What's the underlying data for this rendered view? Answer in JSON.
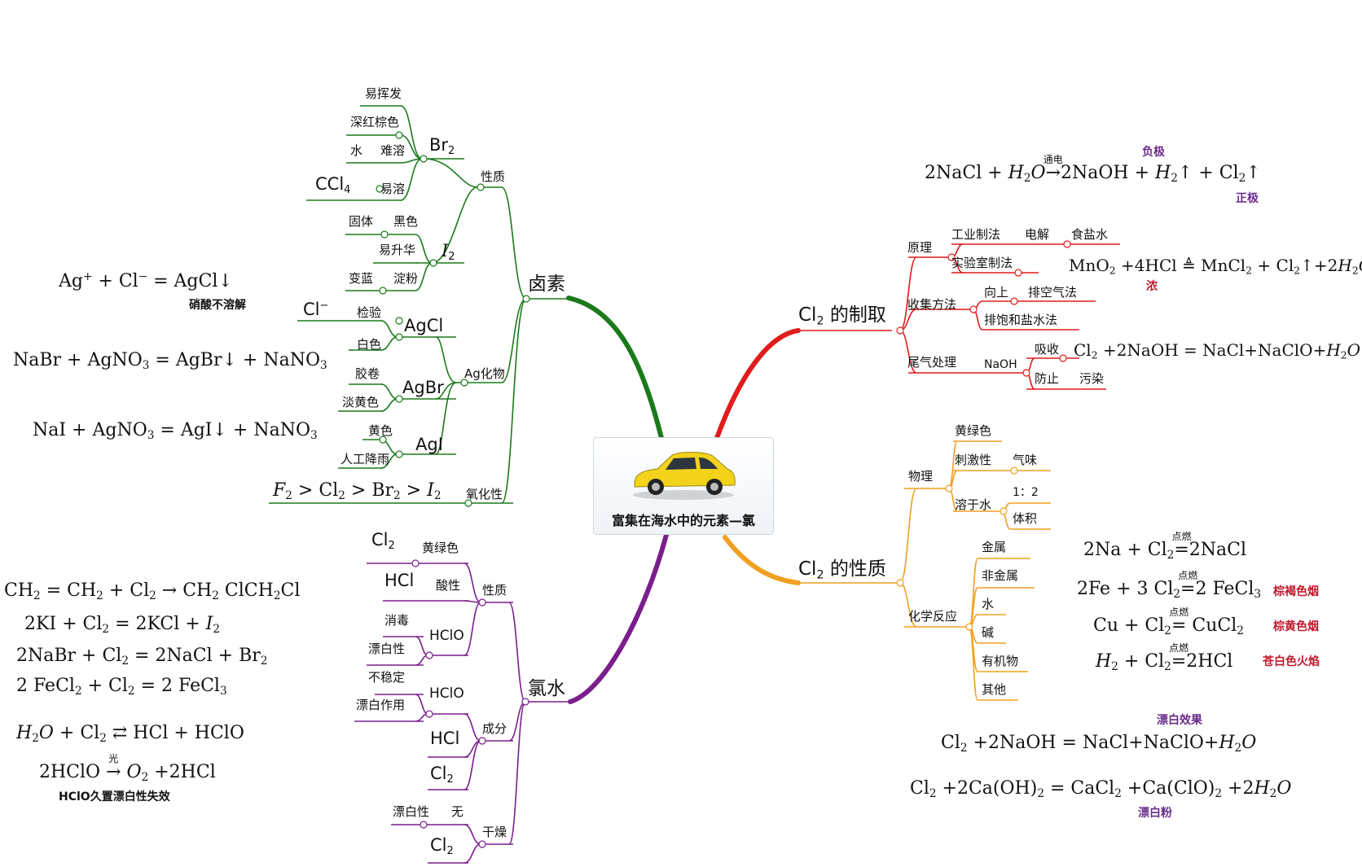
{
  "center": {
    "title": "富集在海水中的元素—氯"
  },
  "colors": {
    "halogen": "#1a7a1a",
    "preparation": "#e01c1c",
    "properties": "#f0a020",
    "chlorine_water": "#7a1e8c"
  },
  "halogen": {
    "label": "卤素",
    "properties": {
      "label": "性质",
      "br2": {
        "label": "Br",
        "volatile": "易挥发",
        "color": "深红棕色",
        "water": "水",
        "insoluble": "难溶",
        "solvent": "CCl",
        "soluble": "易溶"
      },
      "i2": {
        "label": "I",
        "solid": "固体",
        "black": "黑色",
        "sublime": "易升华",
        "blue": "变蓝",
        "starch": "淀粉"
      }
    },
    "ag": {
      "label": "Ag化物",
      "agcl": {
        "label": "AgCl",
        "ion": "Cl",
        "test": "检验",
        "white": "白色"
      },
      "agbr": {
        "label": "AgBr",
        "film": "胶卷",
        "yellowish": "淡黄色"
      },
      "agi": {
        "label": "AgI",
        "yellow": "黄色",
        "rain": "人工降雨"
      }
    },
    "oxid": {
      "label": "氧化性"
    },
    "eq_agcl_note": "硝酸不溶解"
  },
  "prep": {
    "label": "的制取",
    "principle": {
      "label": "原理",
      "industrial": "工业制法",
      "electrolysis": "电解",
      "brine": "食盐水",
      "lab": "实验室制法",
      "conc": "浓"
    },
    "collect": {
      "label": "收集方法",
      "upward": "向上",
      "air": "排空气法",
      "brine": "排饱和盐水法"
    },
    "tail": {
      "label": "尾气处理",
      "naoh": "NaOH",
      "absorb": "吸收",
      "prevent": "防止",
      "pollute": "污染"
    },
    "electro": {
      "cathode": "负极",
      "anode": "正极",
      "power": "通电"
    }
  },
  "props": {
    "label": "的性质",
    "physical": {
      "label": "物理",
      "color": "黄绿色",
      "irritant": "刺激性",
      "smell": "气味",
      "dissolve": "溶于水",
      "ratio": "1：2",
      "volume": "体积"
    },
    "chemical": {
      "label": "化学反应",
      "items": [
        "金属",
        "非金属",
        "水",
        "碱",
        "有机物",
        "其他"
      ]
    },
    "ignite": "点燃",
    "fecl3_note": "棕褐色烟",
    "cucl2_note": "棕黄色烟",
    "hcl_note": "苍白色火焰",
    "bleach_effect": "漂白效果",
    "bleach_powder": "漂白粉"
  },
  "water": {
    "label": "氯水",
    "properties": {
      "label": "性质",
      "yellowgreen": "黄绿色",
      "acid": "酸性",
      "disinfect": "消毒",
      "bleach": "漂白性",
      "hcl": "HCl",
      "hclo": "HClO"
    },
    "components": {
      "label": "成分",
      "unstable": "不稳定",
      "bleaching": "漂白作用",
      "hclo": "HClO",
      "hcl": "HCl"
    },
    "dry": {
      "label": "干燥",
      "bleach": "漂白性",
      "none": "无"
    },
    "light": "光",
    "hclo_note": "HClO久置漂白性失效"
  }
}
